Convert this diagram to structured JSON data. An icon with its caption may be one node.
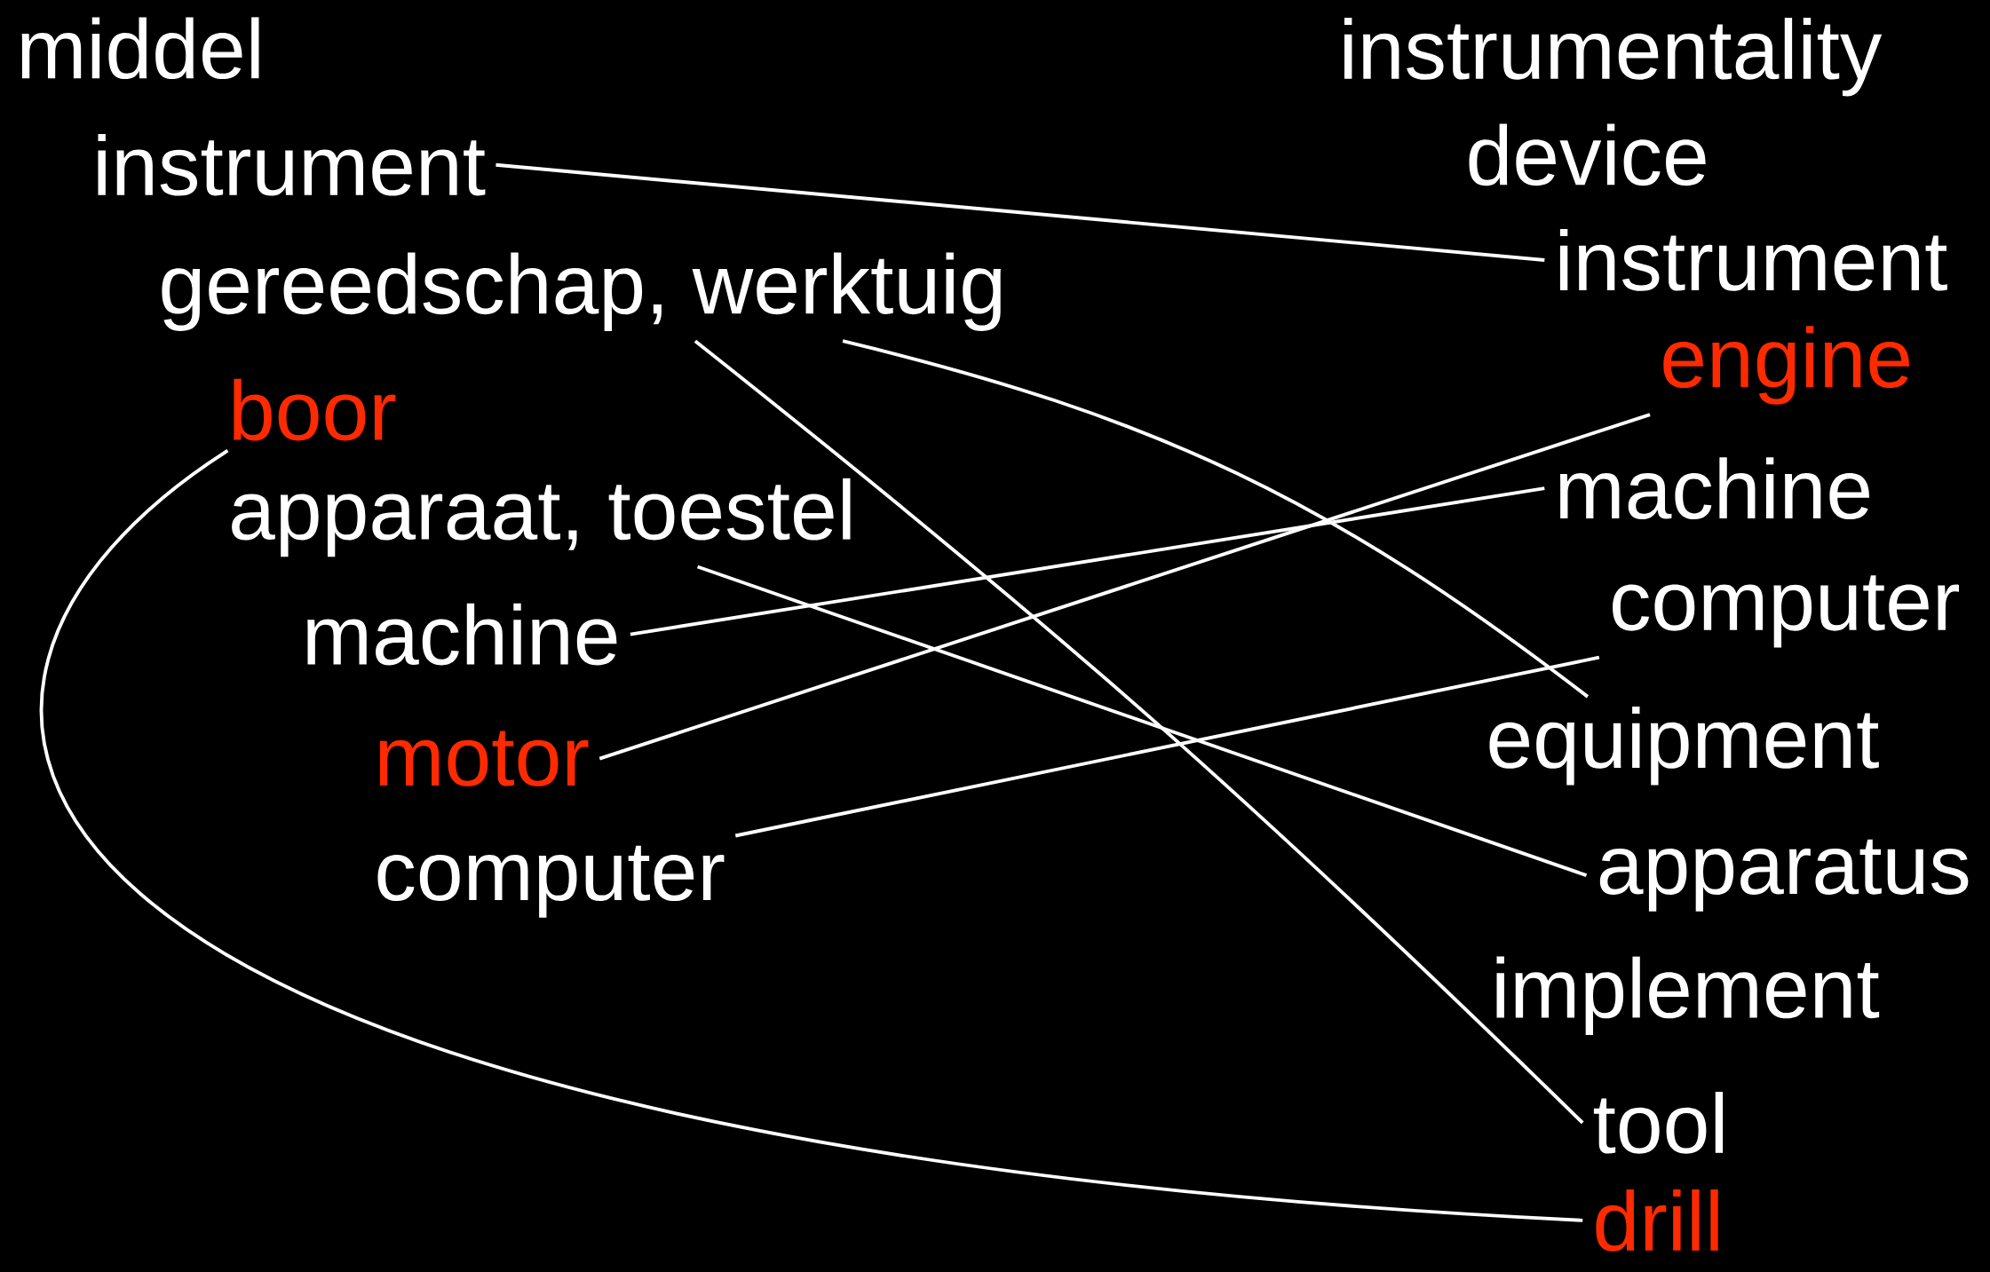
{
  "diagram": {
    "nodes": [
      {
        "text": [
          "middel"
        ]
      },
      {
        "text": [
          "instrument"
        ]
      },
      {
        "text": [
          "gereedschap, werktuig"
        ]
      },
      {
        "text": [
          "boor"
        ]
      },
      {
        "text": [
          "apparaat, toestel"
        ]
      },
      {
        "text": [
          "machine"
        ]
      },
      {
        "text": [
          "motor"
        ]
      },
      {
        "text": [
          "computer"
        ]
      },
      {
        "text": [
          "instrumentality"
        ]
      },
      {
        "text": [
          "device"
        ]
      },
      {
        "text": [
          "instrument"
        ]
      },
      {
        "text": [
          "engine"
        ]
      },
      {
        "text": [
          "machine"
        ]
      },
      {
        "text": [
          "computer"
        ]
      },
      {
        "text": [
          "equipment"
        ]
      },
      {
        "text": [
          "apparatus"
        ]
      },
      {
        "text": [
          "implement"
        ]
      },
      {
        "text": [
          "tool"
        ]
      },
      {
        "text": [
          "drill"
        ]
      }
    ],
    "edges": [
      {
        "from": 1,
        "to": 10,
        "arrow": "none"
      },
      {
        "from": 2,
        "to": 14,
        "arrow": "none"
      },
      {
        "from": 2,
        "to": 17,
        "arrow": "none"
      },
      {
        "from": 3,
        "to": 18,
        "arrow": "none"
      },
      {
        "from": 4,
        "to": 15,
        "arrow": "none"
      },
      {
        "from": 5,
        "to": 12,
        "arrow": "none"
      },
      {
        "from": 6,
        "to": 11,
        "arrow": "none"
      },
      {
        "from": 7,
        "to": 13,
        "arrow": "none"
      }
    ]
  }
}
